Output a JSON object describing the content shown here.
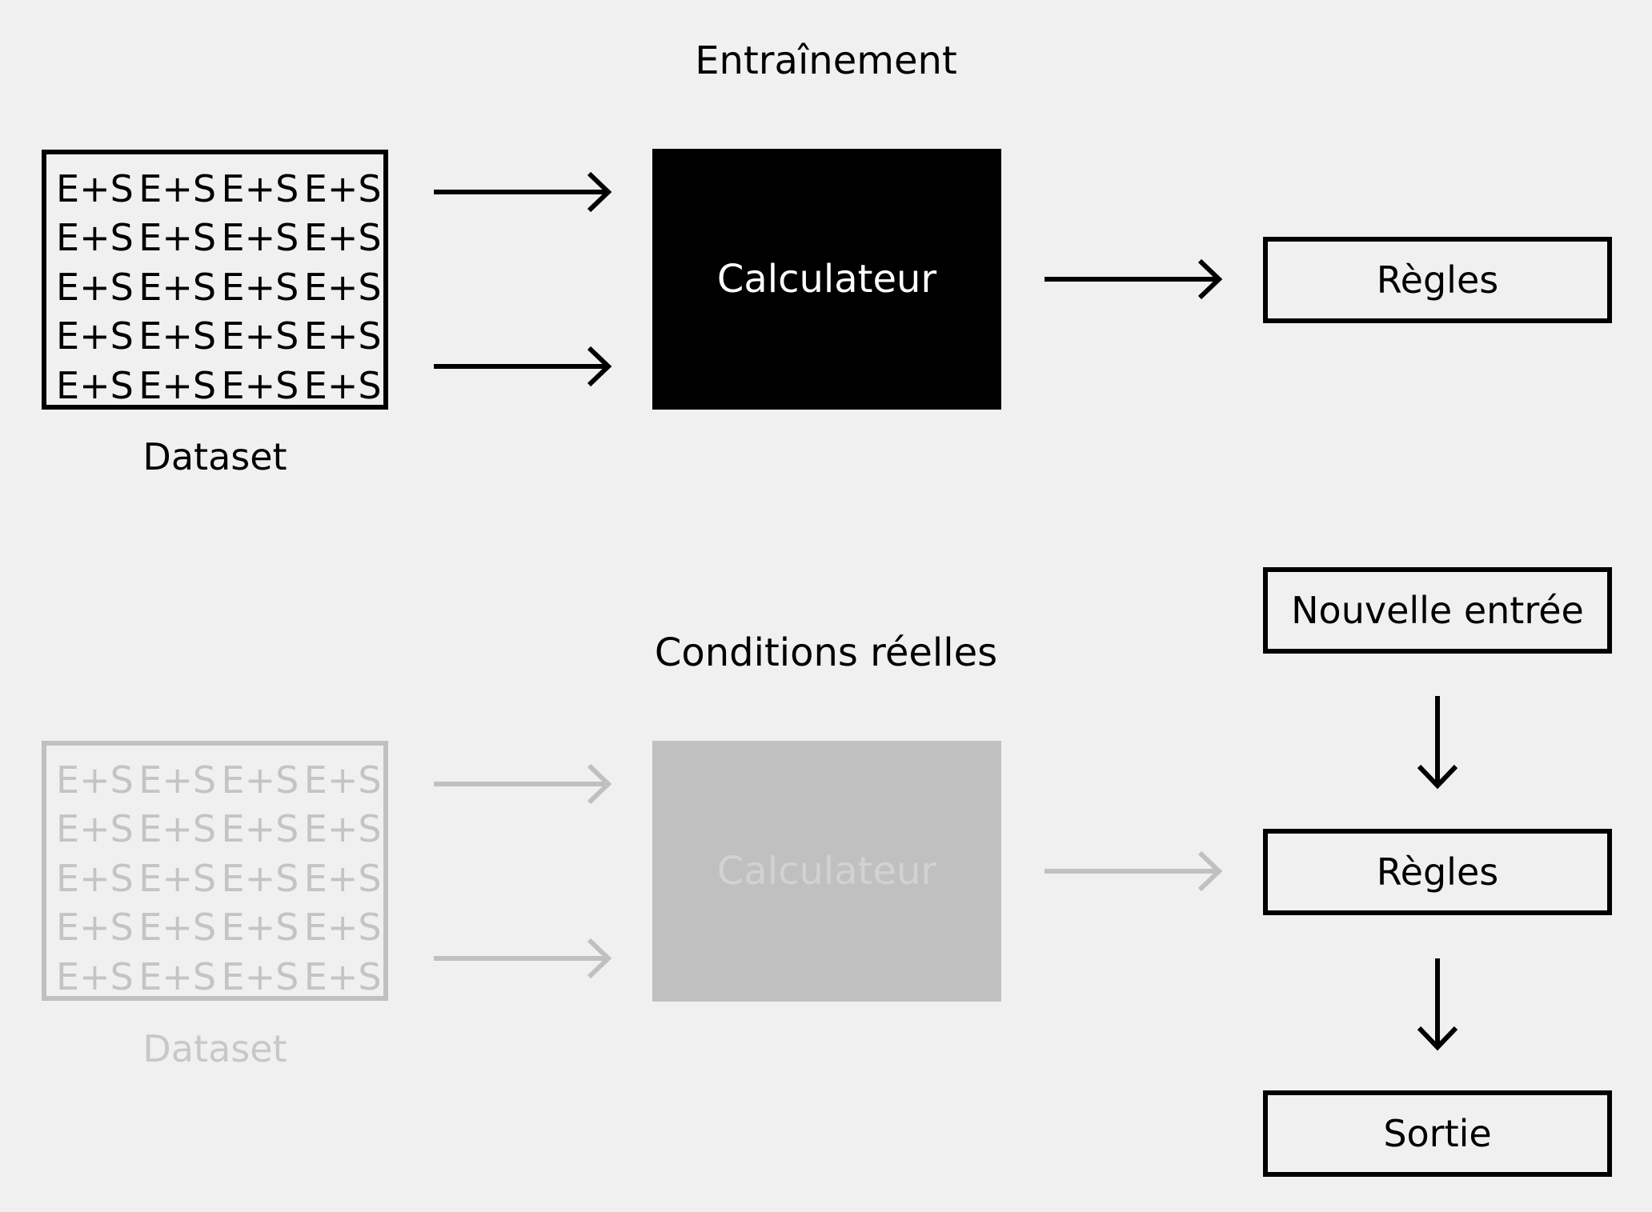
{
  "colors": {
    "background": "#f0f0f0",
    "active": "#000000",
    "faded_stroke": "#c0c0c0",
    "faded_fill": "#c0c0c0",
    "faded_text": "#d2d2d2"
  },
  "training": {
    "title": "Entraînement",
    "dataset_cell": "E+S",
    "dataset_label": "Dataset",
    "calculator_label": "Calculateur",
    "rules_label": "Règles"
  },
  "real": {
    "title": "Conditions réelles",
    "dataset_cell": "E+S",
    "dataset_label": "Dataset",
    "calculator_label": "Calculateur",
    "new_input_label": "Nouvelle entrée",
    "rules_label": "Règles",
    "output_label": "Sortie"
  }
}
